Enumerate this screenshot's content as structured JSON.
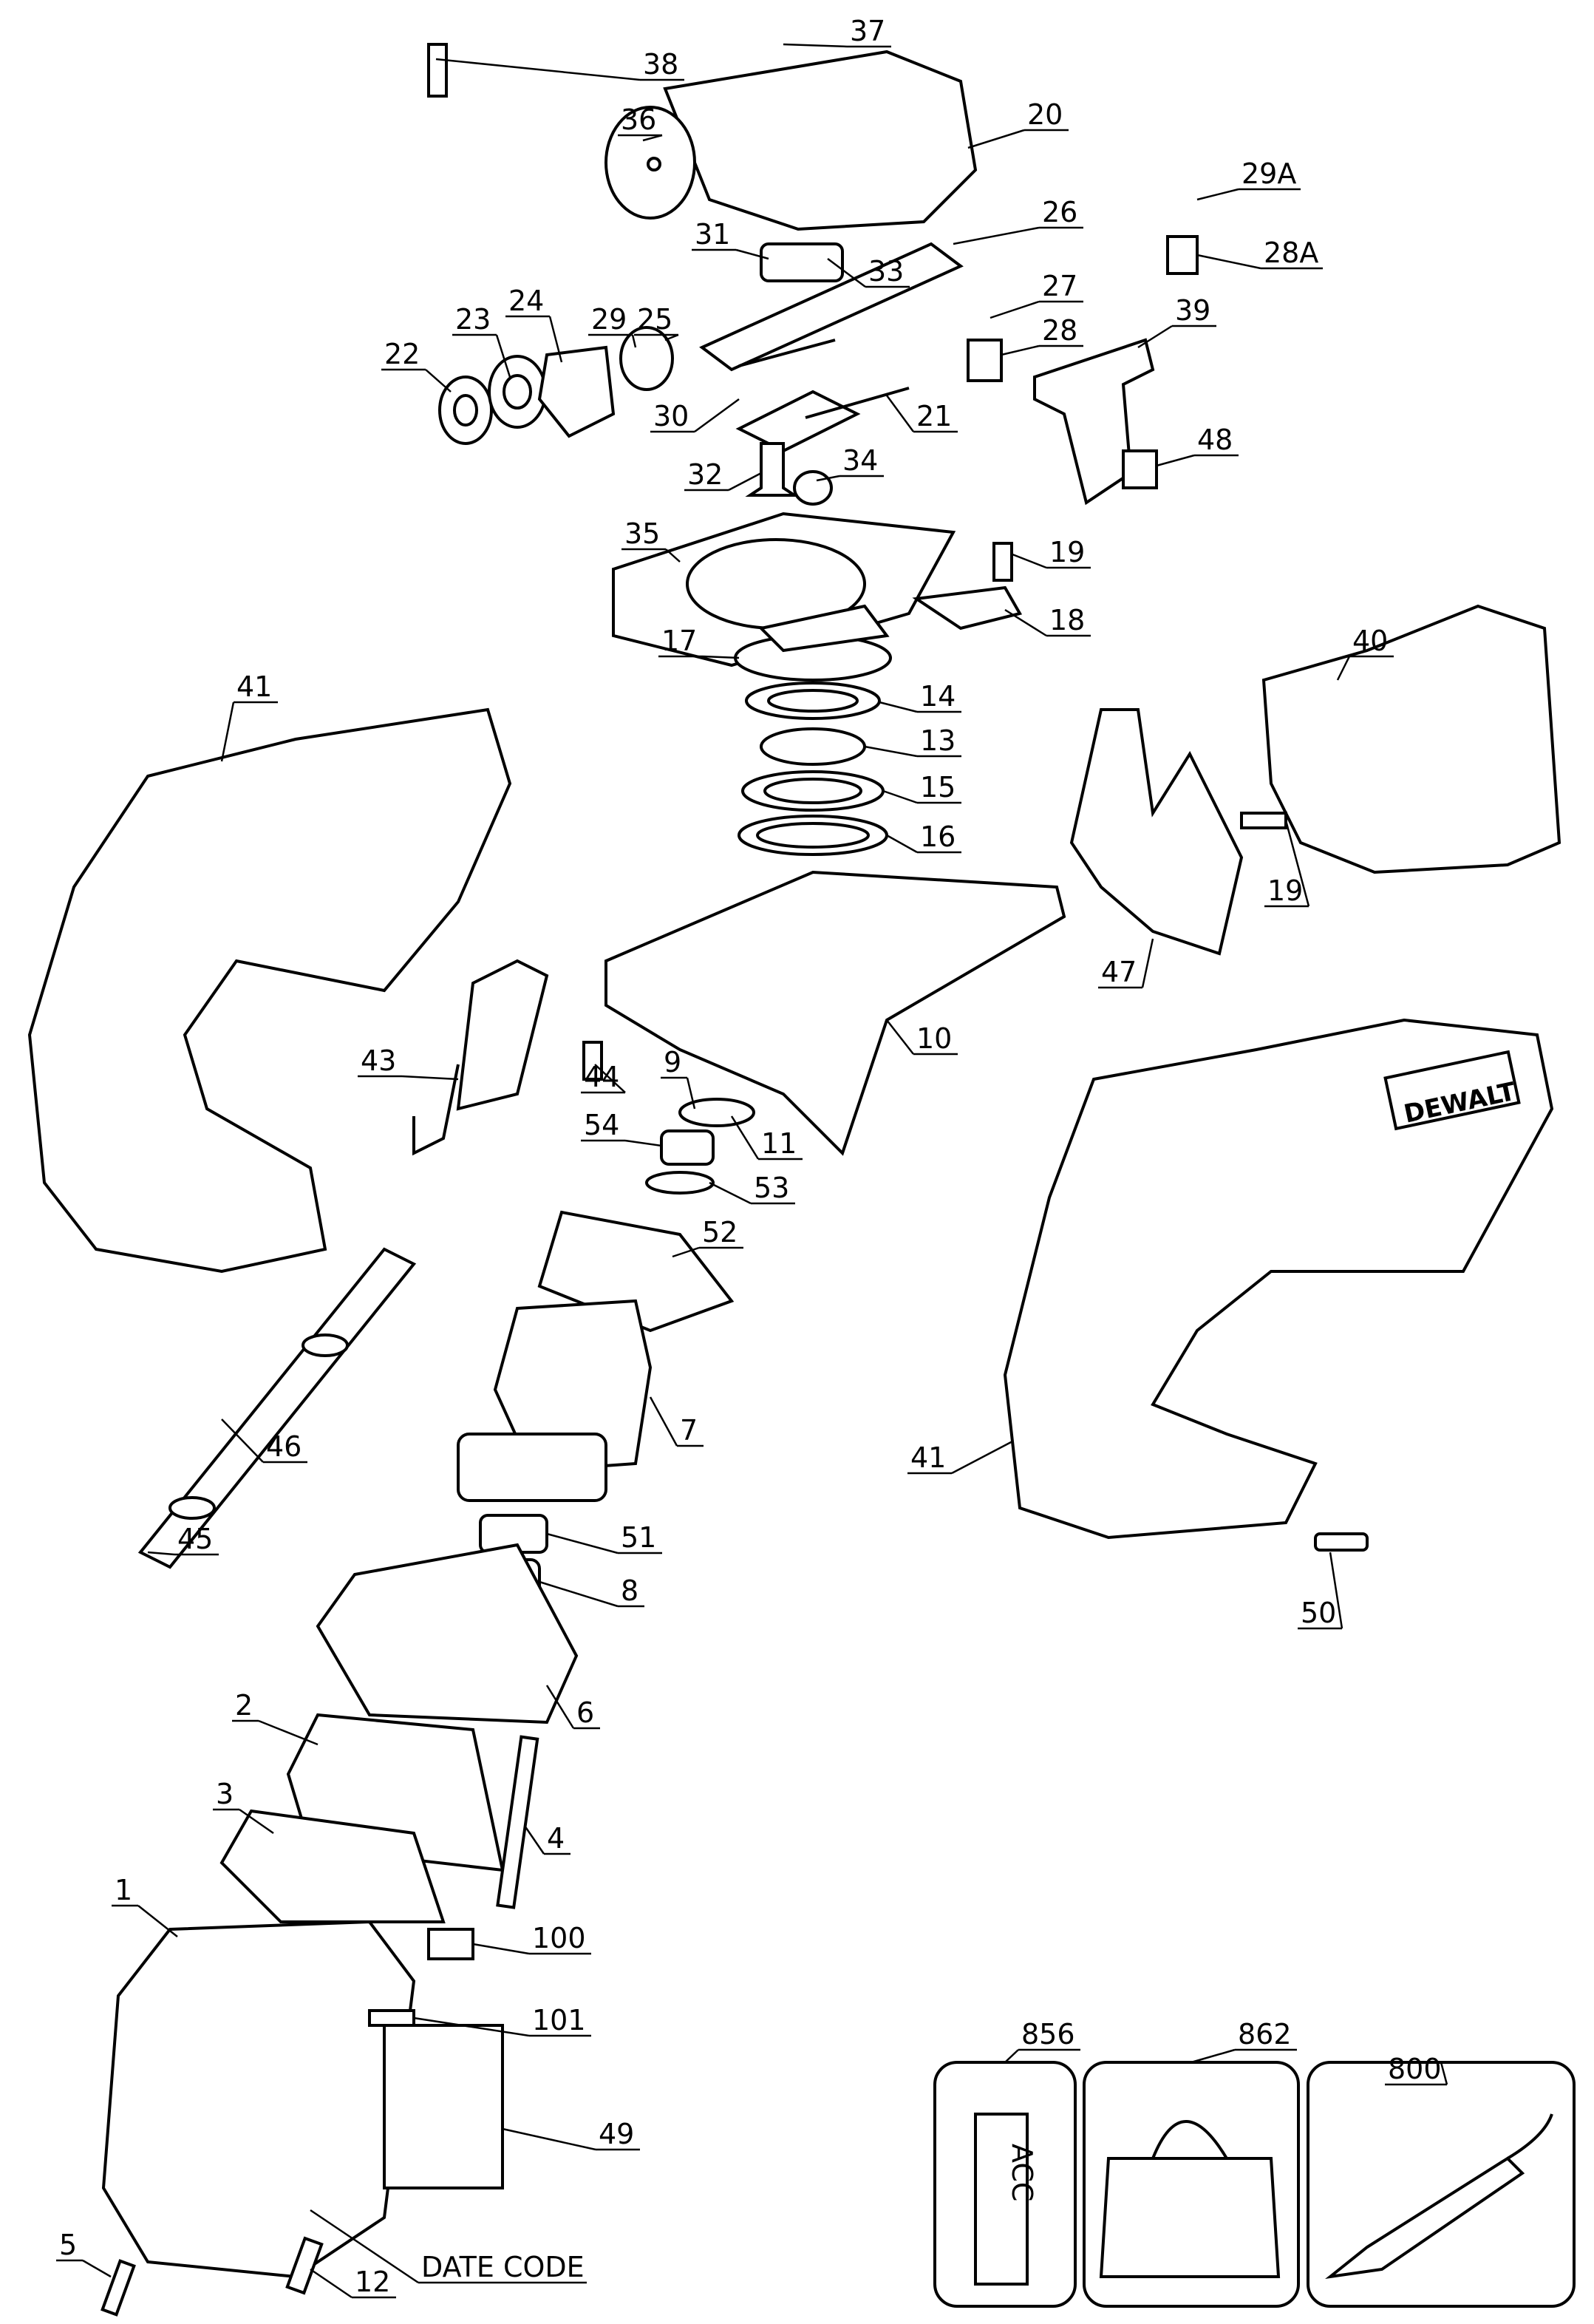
{
  "diagram": {
    "type": "exploded-parts-diagram",
    "brand_logo": "DEWALT",
    "labels": [
      {
        "id": "38",
        "text": "38"
      },
      {
        "id": "37",
        "text": "37"
      },
      {
        "id": "20",
        "text": "20"
      },
      {
        "id": "36",
        "text": "36"
      },
      {
        "id": "29A",
        "text": "29A"
      },
      {
        "id": "26",
        "text": "26"
      },
      {
        "id": "31",
        "text": "31"
      },
      {
        "id": "33",
        "text": "33"
      },
      {
        "id": "28A",
        "text": "28A"
      },
      {
        "id": "27",
        "text": "27"
      },
      {
        "id": "24",
        "text": "24"
      },
      {
        "id": "23",
        "text": "23"
      },
      {
        "id": "29",
        "text": "29"
      },
      {
        "id": "25",
        "text": "25"
      },
      {
        "id": "39",
        "text": "39"
      },
      {
        "id": "28",
        "text": "28"
      },
      {
        "id": "22",
        "text": "22"
      },
      {
        "id": "30",
        "text": "30"
      },
      {
        "id": "21",
        "text": "21"
      },
      {
        "id": "48",
        "text": "48"
      },
      {
        "id": "34",
        "text": "34"
      },
      {
        "id": "32",
        "text": "32"
      },
      {
        "id": "35",
        "text": "35"
      },
      {
        "id": "19a",
        "text": "19"
      },
      {
        "id": "18",
        "text": "18"
      },
      {
        "id": "17",
        "text": "17"
      },
      {
        "id": "14",
        "text": "14"
      },
      {
        "id": "41a",
        "text": "41"
      },
      {
        "id": "40",
        "text": "40"
      },
      {
        "id": "13",
        "text": "13"
      },
      {
        "id": "15",
        "text": "15"
      },
      {
        "id": "16",
        "text": "16"
      },
      {
        "id": "19b",
        "text": "19"
      },
      {
        "id": "47",
        "text": "47"
      },
      {
        "id": "10",
        "text": "10"
      },
      {
        "id": "43",
        "text": "43"
      },
      {
        "id": "44",
        "text": "44"
      },
      {
        "id": "9",
        "text": "9"
      },
      {
        "id": "11",
        "text": "11"
      },
      {
        "id": "54",
        "text": "54"
      },
      {
        "id": "53",
        "text": "53"
      },
      {
        "id": "52",
        "text": "52"
      },
      {
        "id": "7",
        "text": "7"
      },
      {
        "id": "46",
        "text": "46"
      },
      {
        "id": "45",
        "text": "45"
      },
      {
        "id": "51",
        "text": "51"
      },
      {
        "id": "8",
        "text": "8"
      },
      {
        "id": "41b",
        "text": "41"
      },
      {
        "id": "50",
        "text": "50"
      },
      {
        "id": "6",
        "text": "6"
      },
      {
        "id": "2",
        "text": "2"
      },
      {
        "id": "3",
        "text": "3"
      },
      {
        "id": "4",
        "text": "4"
      },
      {
        "id": "1",
        "text": "1"
      },
      {
        "id": "100",
        "text": "100"
      },
      {
        "id": "101",
        "text": "101"
      },
      {
        "id": "49",
        "text": "49"
      },
      {
        "id": "5",
        "text": "5"
      },
      {
        "id": "12",
        "text": "12"
      },
      {
        "id": "datecode",
        "text": "DATE CODE"
      },
      {
        "id": "856",
        "text": "856"
      },
      {
        "id": "862",
        "text": "862"
      },
      {
        "id": "800",
        "text": "800"
      }
    ],
    "accessory_tag_text": "ACC"
  }
}
